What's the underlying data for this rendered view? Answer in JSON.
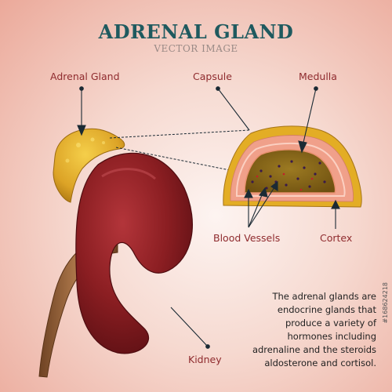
{
  "title": "ADRENAL GLAND",
  "subtitle": "VECTOR IMAGE",
  "labels": {
    "adrenal_gland": "Adrenal Gland",
    "capsule": "Capsule",
    "medulla": "Medulla",
    "blood_vessels": "Blood Vessels",
    "cortex": "Cortex",
    "kidney": "Kidney"
  },
  "description": [
    "The adrenal glands are",
    "endocrine glands that",
    "produce a variety of",
    "hormones including",
    "adrenaline and the steroids",
    "aldosterone and cortisol."
  ],
  "watermark": "#168624218",
  "colors": {
    "title": "#1f5a5f",
    "label": "#8f2b2e",
    "kidney": "#8b1e22",
    "gland": "#e3ad25",
    "cortex": "#f0a08a",
    "medulla": "#8a6618",
    "ureter": "#8a5a34"
  }
}
